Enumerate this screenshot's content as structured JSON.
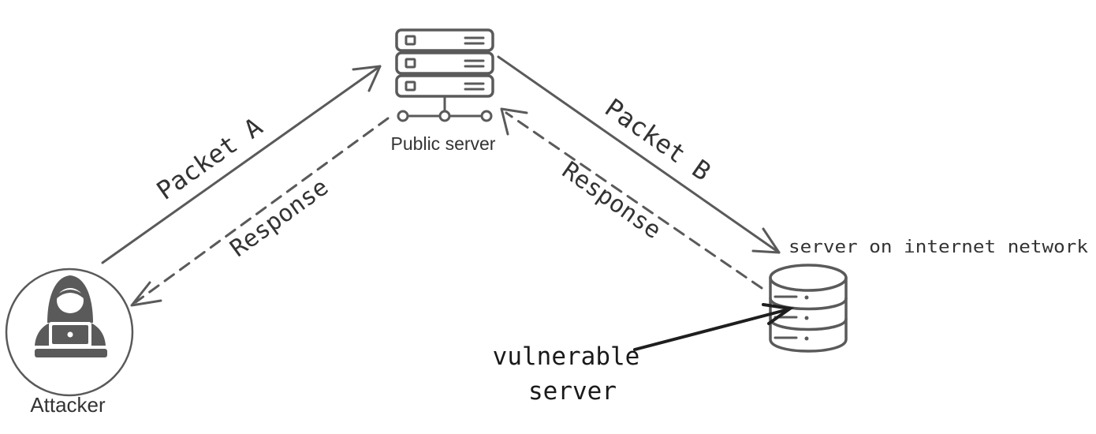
{
  "nodes": {
    "public_server": {
      "label": "Public server",
      "icon": "server-rack-icon"
    },
    "attacker": {
      "label": "Attacker",
      "icon": "hooded-hacker-laptop-icon"
    },
    "internal_server": {
      "label": "server on internet network",
      "icon": "database-icon"
    }
  },
  "edges": {
    "packet_a": {
      "label": "Packet A"
    },
    "packet_b": {
      "label": "Packet B"
    },
    "response_attacker": {
      "label": "Response"
    },
    "response_public": {
      "label": "Response"
    }
  },
  "annotation": {
    "line1": "vulnerable",
    "line2": "server"
  },
  "colors": {
    "stroke": "#5a5a5a",
    "text": "#333333",
    "pointer": "#1e1e1e",
    "background": "#ffffff"
  }
}
